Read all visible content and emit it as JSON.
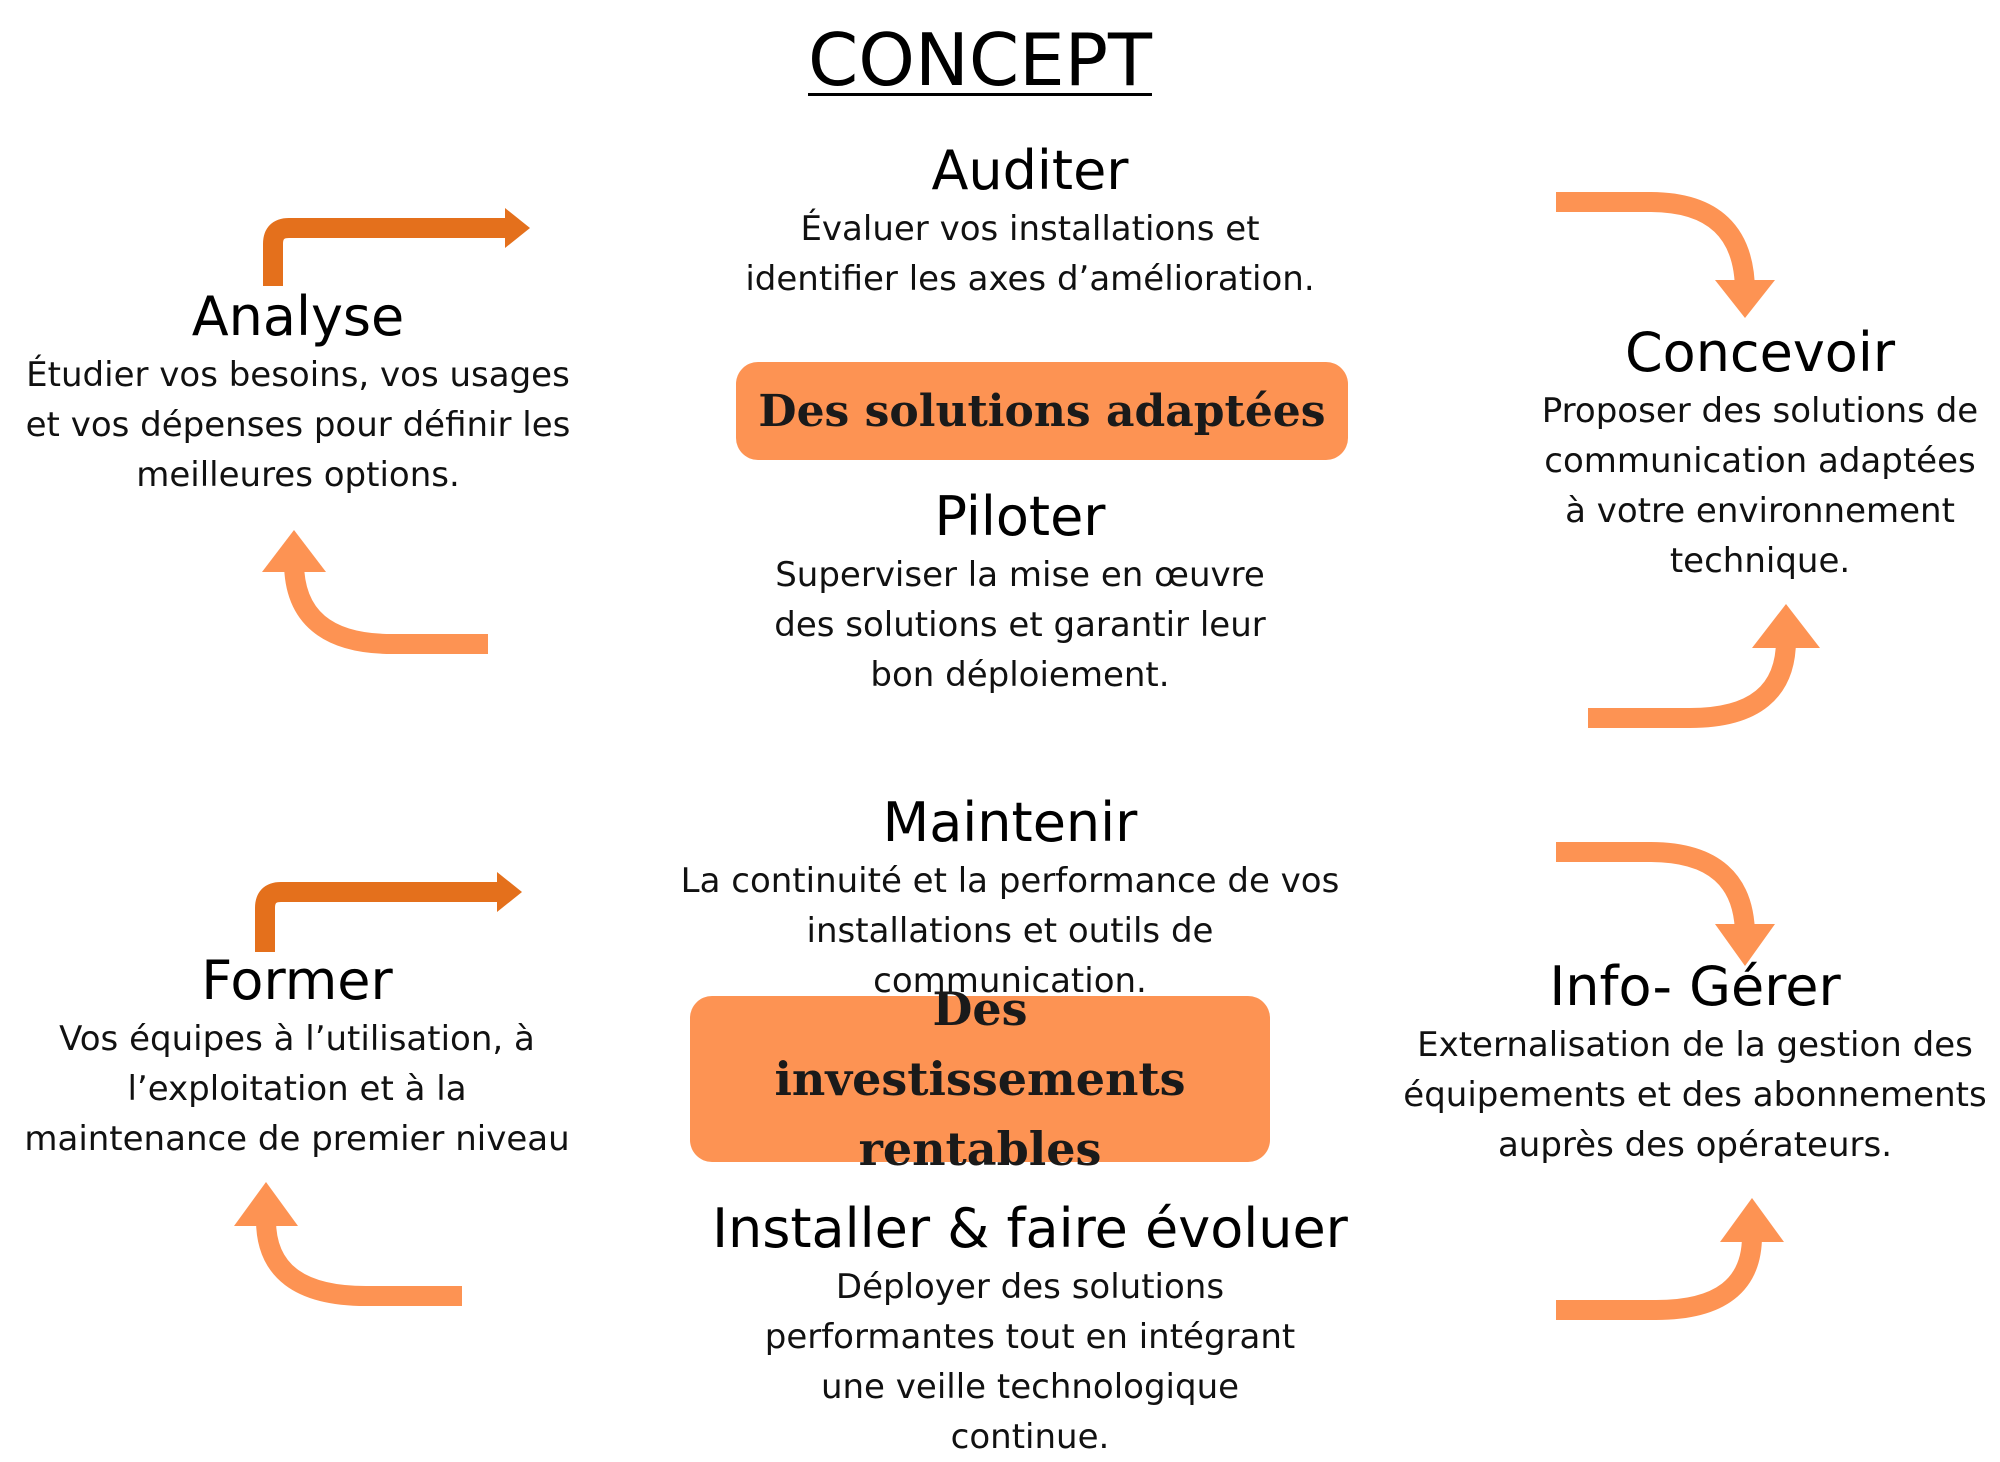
{
  "title": "CONCEPT",
  "colors": {
    "accent": "#fd9353",
    "arrow_light": "#fd9353",
    "arrow_dark": "#e4701c"
  },
  "top": {
    "center_badge": "Des solutions adaptées",
    "auditer": {
      "title": "Auditer",
      "text": "Évaluer vos installations et identifier les axes d’amélioration."
    },
    "piloter": {
      "title": "Piloter",
      "text": "Superviser la mise en œuvre des solutions et garantir leur bon déploiement."
    },
    "analyse": {
      "title": "Analyse",
      "text": "Étudier vos besoins, vos usages et vos dépenses pour définir les meilleures options."
    },
    "concevoir": {
      "title": "Concevoir",
      "text": "Proposer des solutions de communication adaptées à votre environnement technique."
    }
  },
  "bottom": {
    "center_badge": "Des investissements rentables",
    "maintenir": {
      "title": "Maintenir",
      "text": "La continuité et la performance de vos installations et outils de communication."
    },
    "installer": {
      "title": "Installer & faire évoluer",
      "text": "Déployer des solutions performantes tout en intégrant une veille technologique continue."
    },
    "former": {
      "title": "Former",
      "text": "Vos équipes à l’utilisation, à l’exploitation et à la maintenance de premier niveau"
    },
    "info_gerer": {
      "title": "Info- Gérer",
      "text": "Externalisation de la gestion des équipements et des abonnements auprès des opérateurs."
    }
  }
}
